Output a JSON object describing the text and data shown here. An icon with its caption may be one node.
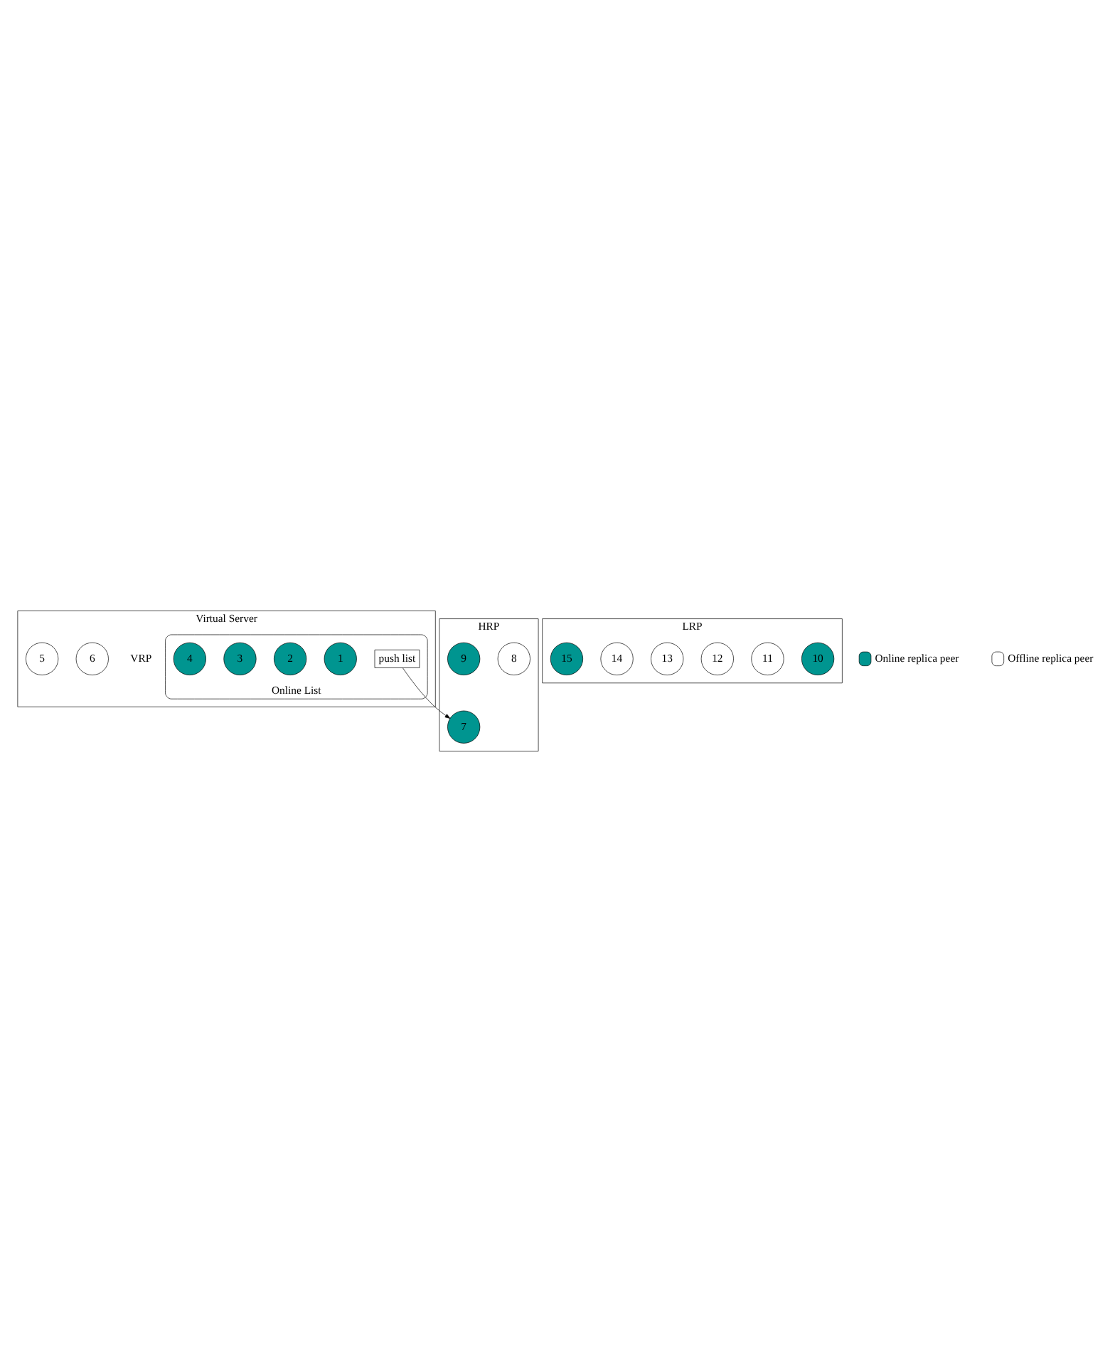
{
  "diagram": {
    "nodes": [
      {
        "text": [
          "Virtual Server"
        ],
        "beside": [
          "VRP"
        ]
      },
      {
        "text": [
          "Online List"
        ],
        "in": 0
      },
      {
        "text": [
          "push list"
        ],
        "in": 1
      },
      {
        "text": [
          "1"
        ],
        "in": 1
      },
      {
        "text": [
          "2"
        ],
        "in": 1
      },
      {
        "text": [
          "3"
        ],
        "in": 1
      },
      {
        "text": [
          "4"
        ],
        "in": 1
      },
      {
        "text": [
          "6"
        ],
        "in": 0
      },
      {
        "text": [
          "5"
        ],
        "in": 0
      },
      {
        "text": [
          "HRP"
        ]
      },
      {
        "text": [
          "7"
        ],
        "in": 9
      },
      {
        "text": [
          "8"
        ],
        "in": 9
      },
      {
        "text": [
          "9"
        ],
        "in": 9
      },
      {
        "text": [
          "LRP"
        ]
      },
      {
        "text": [
          "10"
        ],
        "in": 13
      },
      {
        "text": [
          "11"
        ],
        "in": 13
      },
      {
        "text": [
          "12"
        ],
        "in": 13
      },
      {
        "text": [
          "13"
        ],
        "in": 13
      },
      {
        "text": [
          "14"
        ],
        "in": 13
      },
      {
        "text": [
          "15"
        ],
        "in": 13
      }
    ],
    "edges": [
      {
        "from": 2,
        "to": 10,
        "arrow": "to"
      }
    ],
    "legend": [
      {
        "text": "Online replica peer",
        "color": "#009590"
      },
      {
        "text": "Offline replica peer",
        "color": "#ffffff"
      }
    ]
  }
}
